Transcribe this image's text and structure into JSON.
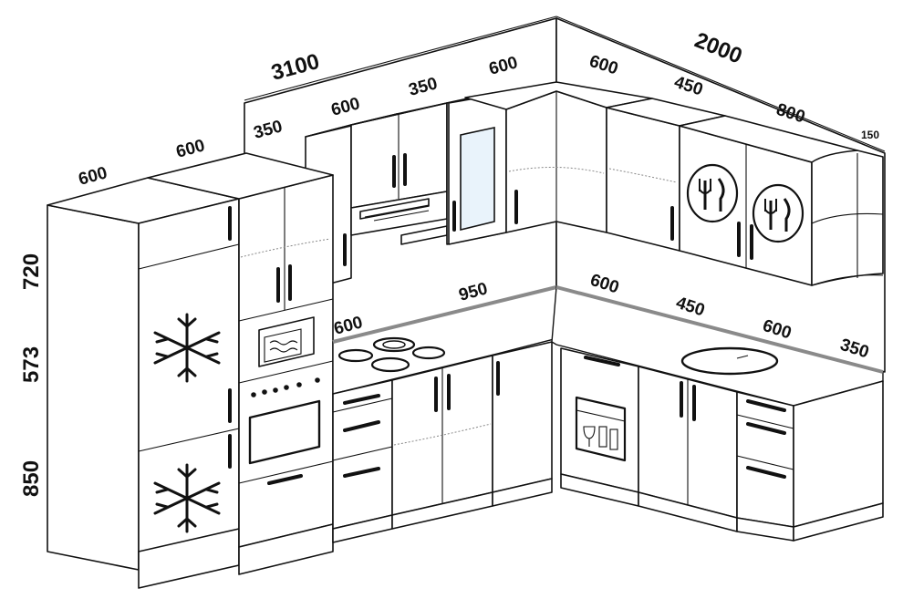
{
  "diagram": {
    "overall": {
      "left_run": "3100",
      "right_run": "2000"
    },
    "heights": {
      "upper": "720",
      "middle": "573",
      "lower": "850"
    },
    "upper_row": {
      "tall_1": "600",
      "tall_2": "600",
      "wall_1": "350",
      "wall_2": "600",
      "wall_3": "350",
      "corner_left": "600",
      "corner_right": "600",
      "wall_4": "450",
      "wall_5": "800",
      "shelf": "150"
    },
    "counter_row": {
      "hob": "600",
      "left_run": "950",
      "corner": "600",
      "base_1": "450",
      "sink": "600",
      "end": "350"
    },
    "icons": [
      "snowflake-icon",
      "microwave-icon",
      "oven-icon",
      "hood-icon",
      "hob-icon",
      "dishwasher-icon",
      "sink-icon",
      "cutlery-icon"
    ]
  }
}
